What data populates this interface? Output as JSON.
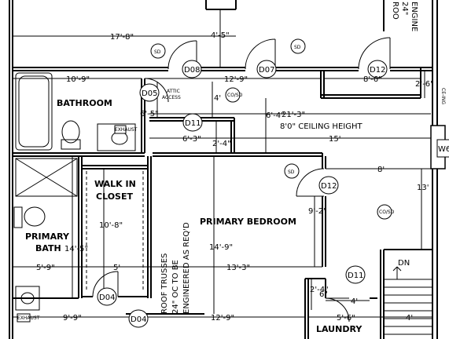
{
  "rooms": {
    "bathroom": "BATHROOM",
    "walk_in_closet_1": "WALK IN",
    "walk_in_closet_2": "CLOSET",
    "primary_bedroom": "PRIMARY BEDROOM",
    "primary_bath_1": "PRIMARY",
    "primary_bath_2": "BATH",
    "laundry": "LAUNDRY"
  },
  "notes": {
    "ceiling_height": "8'0\" CEILING HEIGHT",
    "attic_access_1": "ATTIC",
    "attic_access_2": "ACCESS",
    "trusses_1": "ROOF TRUSSES",
    "trusses_2": "24\" OC TO BE",
    "trusses_3": "ENGINEERED AS REQ'D",
    "top_right_1": "ROO",
    "top_right_2": "24\"",
    "top_right_3": "ENGINE",
    "stairs": "DN",
    "right_edge": "CE-ING",
    "right_box": "W6"
  },
  "doors": {
    "d08": "D08",
    "d07": "D07",
    "d12_top": "D12",
    "d05": "D05",
    "d11_top": "D11",
    "d12_right": "D12",
    "d04": "D04",
    "d11_bottom": "D11",
    "d04_bottom": "D04"
  },
  "devices": {
    "sd1": "SD",
    "sd2": "SD",
    "sd3": "SD",
    "coso1": "CO/SD",
    "coso2": "CO/SD",
    "exh1": "EXHAUST",
    "exh2": "EXHAUST"
  },
  "dimensions": {
    "d_17_8": "17'-8\"",
    "d_4_5": "4'-5\"",
    "d_10_9": "10'-9\"",
    "d_12_9_top": "12'-9\"",
    "d_8_6": "8'-6\"",
    "d_2_6": "2'-6\"",
    "d_6_5": "6'-5\"",
    "d_4": "4'",
    "d_6_4": "6'-4\"",
    "d_21_3": "21'-3\"",
    "d_6_3": "6'-3\"",
    "d_2_4a": "2'-4\"",
    "d_15": "15'",
    "d_8": "8'",
    "d_13": "13'",
    "d_9_2": "9'-2\"",
    "d_10_8": "10'-8\"",
    "d_14_5": "14'-5\"",
    "d_14_9": "14'-9\"",
    "d_5_9": "5'-9\"",
    "d_5": "5'",
    "d_13_3": "13'-3\"",
    "d_2_4b": "2'-4\"",
    "d_6in": "6\"",
    "d_4b": "4'",
    "d_9_9": "9'-9\"",
    "d_12_9_bottom": "12'-9\"",
    "d_5_6": "5'-6\"",
    "d_4c": "4'"
  }
}
